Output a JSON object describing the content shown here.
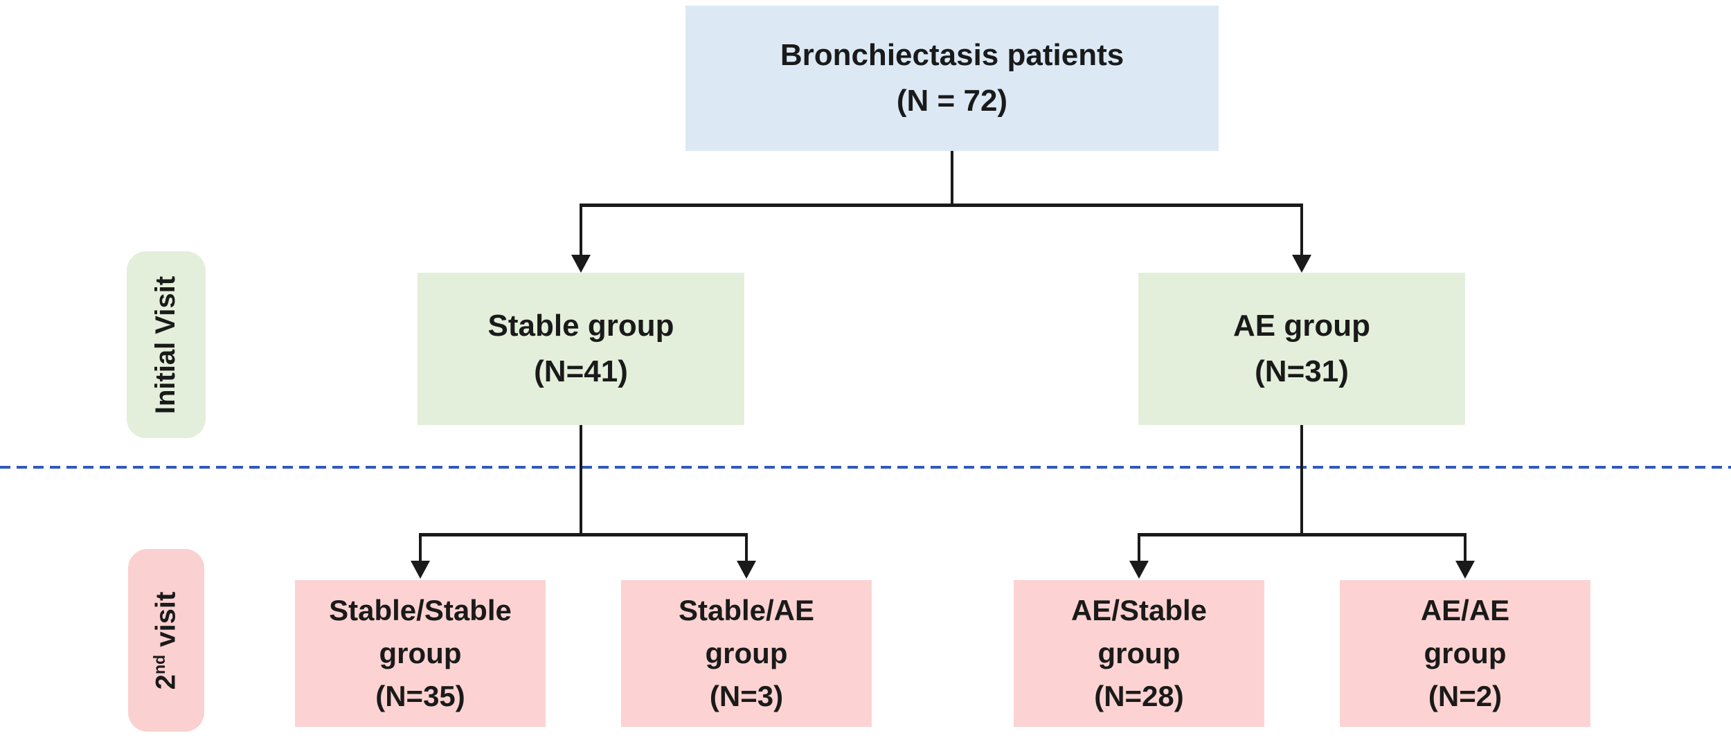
{
  "diagram": {
    "type": "flowchart",
    "root": {
      "line1": "Bronchiectasis patients",
      "line2": "(N = 72)",
      "n": 72
    },
    "row_labels": {
      "initial_visit": {
        "text": "Initial Visit"
      },
      "second_visit": {
        "num": "2",
        "ordinal_suffix": "nd",
        "rest": " visit"
      }
    },
    "level2": [
      {
        "line1": "Stable group",
        "line2": "(N=41)",
        "n": 41
      },
      {
        "line1": "AE group",
        "line2": "(N=31)",
        "n": 31
      }
    ],
    "level3": [
      {
        "line1": "Stable/Stable",
        "line2": "group",
        "line3": "(N=35)",
        "n": 35
      },
      {
        "line1": "Stable/AE",
        "line2": "group",
        "line3": "(N=3)",
        "n": 3
      },
      {
        "line1": "AE/Stable",
        "line2": "group",
        "line3": "(N=28)",
        "n": 28
      },
      {
        "line1": "AE/AE",
        "line2": "group",
        "line3": "(N=2)",
        "n": 2
      }
    ],
    "colors": {
      "root_box_fill": "#dce9f5",
      "level2_box_fill": "#e3efdb",
      "level3_box_fill": "#fcd3d2",
      "label_initial_fill": "#e3efdb",
      "label_second_fill": "#fbd0d0",
      "divider_dash_blue": "#3058c0",
      "connector_line": "#1a1a1a",
      "text": "#1a1a1a",
      "background": "#ffffff"
    }
  }
}
